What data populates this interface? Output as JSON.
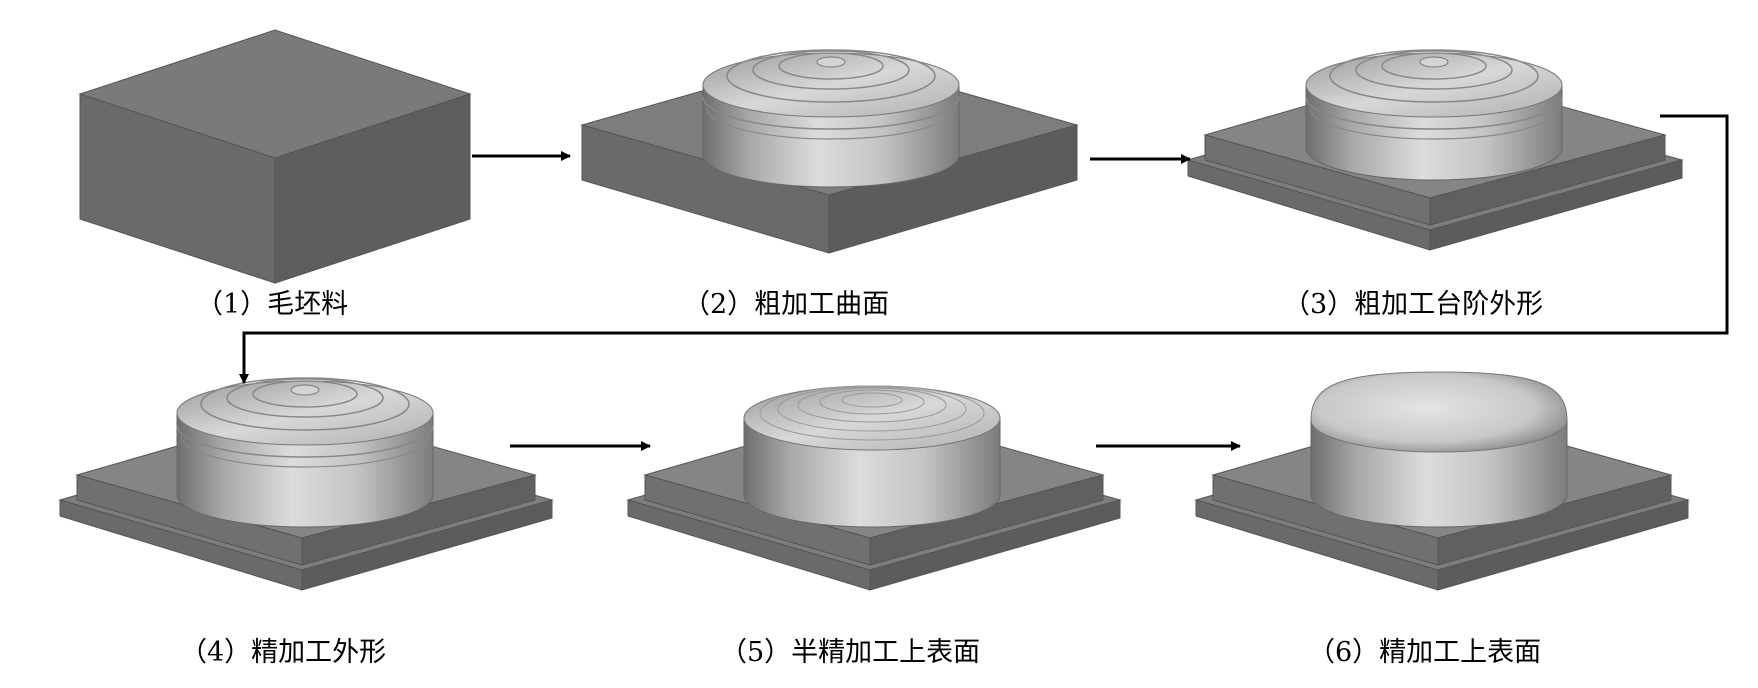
{
  "steps": [
    {
      "label": "（1）毛坯料",
      "shape": "block"
    },
    {
      "label": "（2）粗加工曲面",
      "shape": "stepped-dome-on-plate"
    },
    {
      "label": "（3）粗加工台阶外形",
      "shape": "stepped-dome-on-stepped-plate"
    },
    {
      "label": "（4）精加工外形",
      "shape": "stepped-dome-on-stepped-plate"
    },
    {
      "label": "（5）半精加工上表面",
      "shape": "fine-stepped-dome-on-stepped-plate"
    },
    {
      "label": "（6）精加工上表面",
      "shape": "smooth-dome-on-stepped-plate"
    }
  ],
  "colors": {
    "top": "#7a7a7a",
    "left_face": "#686868",
    "right_face": "#5a5a5a",
    "dome_light": "#d6d6d6",
    "dome_dark": "#767676",
    "arrow": "#000000"
  }
}
